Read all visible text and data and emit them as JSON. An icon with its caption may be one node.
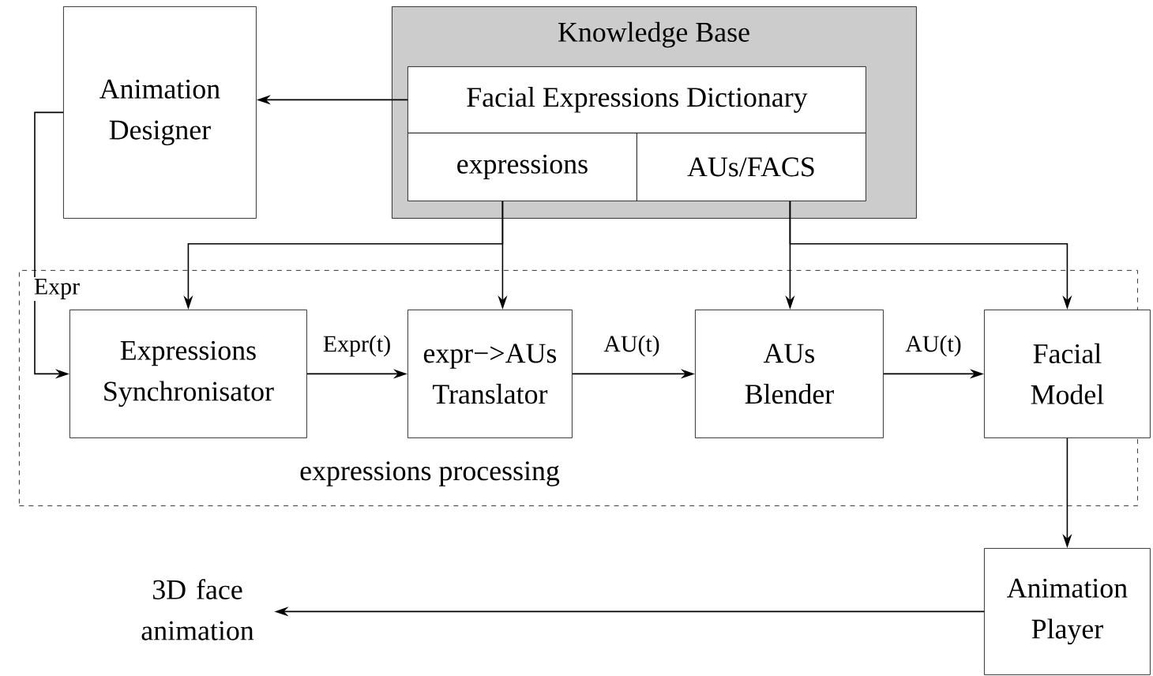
{
  "diagram": {
    "nodes": [
      {
        "text": [
          "Knowledge Base"
        ]
      },
      {
        "text": [
          "Facial Expressions Dictionary"
        ],
        "in": 0
      },
      {
        "text": [
          "expressions"
        ],
        "in": 0
      },
      {
        "text": [
          "AUs/FACS"
        ],
        "in": 0
      },
      {
        "text": [
          "Animation Designer"
        ]
      },
      {
        "text": [
          "expressions processing"
        ]
      },
      {
        "text": [
          "Expressions Synchronisator"
        ],
        "in": 5
      },
      {
        "text": [
          "expr−>AUs Translator"
        ],
        "in": 5
      },
      {
        "text": [
          "AUs Blender"
        ],
        "in": 5
      },
      {
        "text": [
          "Facial Model"
        ]
      },
      {
        "text": [
          "Animation Player"
        ]
      },
      {
        "text": [
          "3D face animation"
        ]
      }
    ],
    "edges": [
      {
        "from": 1,
        "to": 4,
        "arrow": "to"
      },
      {
        "from": 4,
        "to": 6,
        "arrow": "to",
        "label": "Expr"
      },
      {
        "from": 2,
        "to": 6,
        "arrow": "to"
      },
      {
        "from": 2,
        "to": 7,
        "arrow": "to"
      },
      {
        "from": 3,
        "to": 8,
        "arrow": "to"
      },
      {
        "from": 3,
        "to": 9,
        "arrow": "to"
      },
      {
        "from": 6,
        "to": 7,
        "arrow": "to",
        "label": "Expr(t)"
      },
      {
        "from": 7,
        "to": 8,
        "arrow": "to",
        "label": "AU(t)"
      },
      {
        "from": 8,
        "to": 9,
        "arrow": "to",
        "label": "AU(t)"
      },
      {
        "from": 9,
        "to": 10,
        "arrow": "to"
      },
      {
        "from": 10,
        "to": 11,
        "arrow": "to"
      }
    ]
  }
}
